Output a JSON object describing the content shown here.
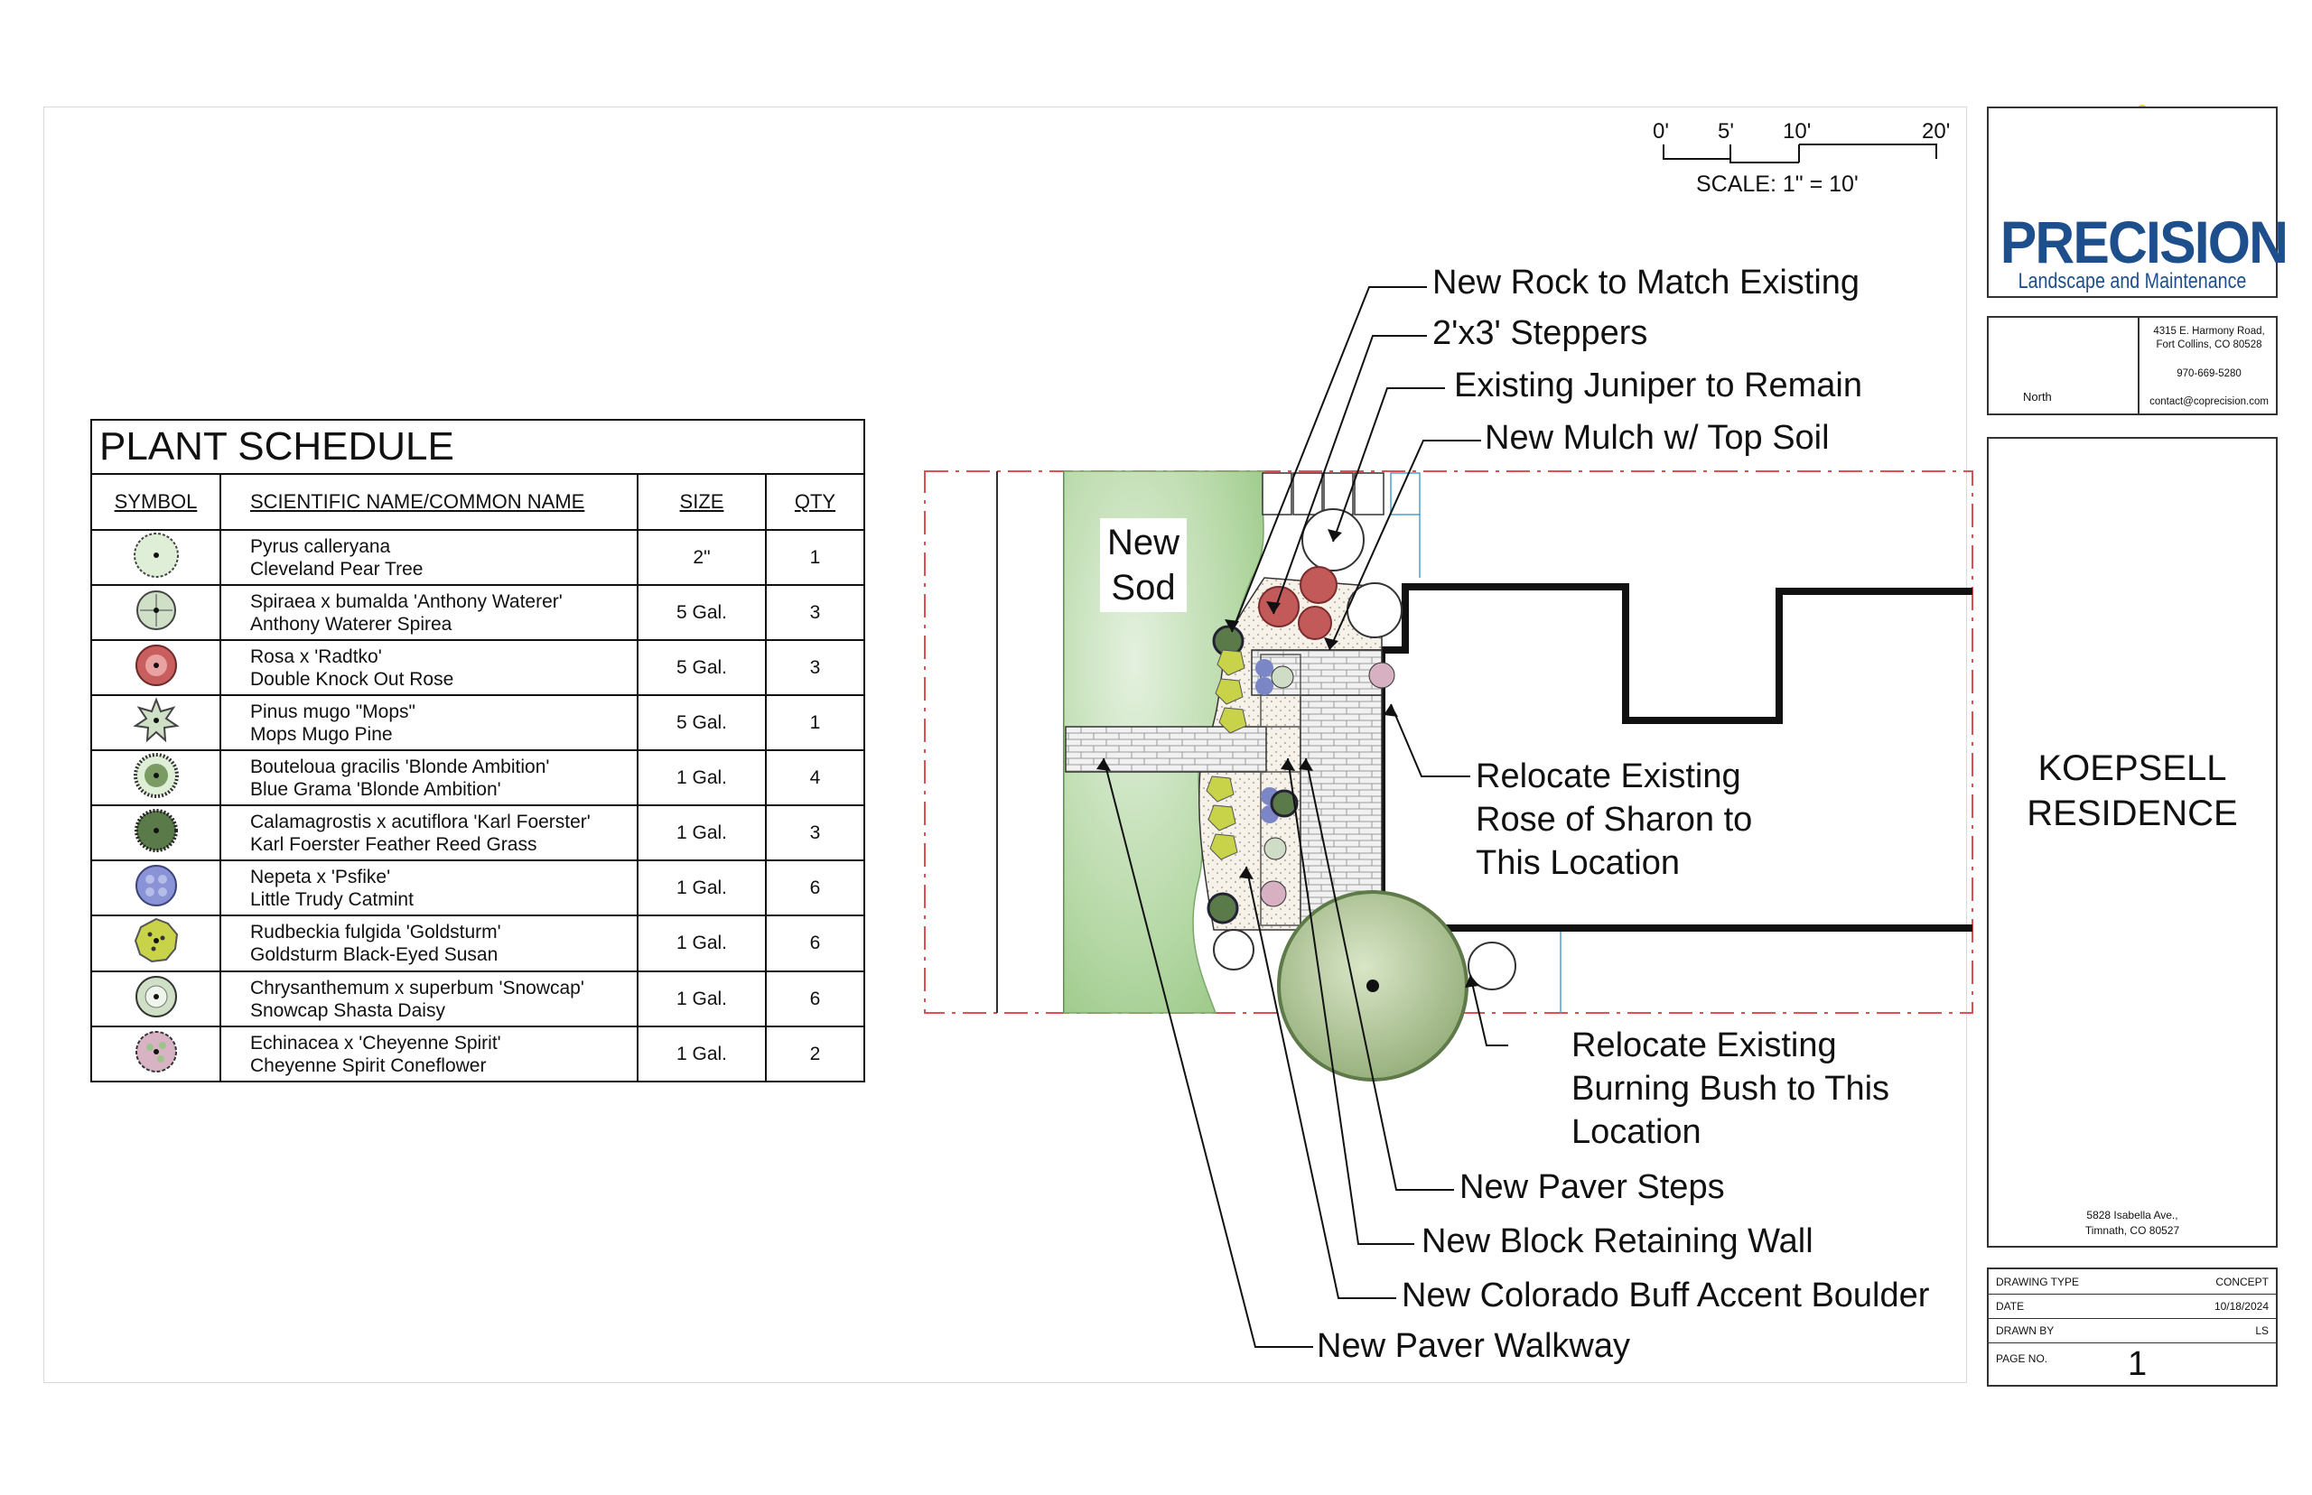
{
  "plant_schedule": {
    "title": "PLANT SCHEDULE",
    "headers": {
      "symbol": "SYMBOL",
      "name": "SCIENTIFIC NAME/COMMON NAME",
      "size": "SIZE",
      "qty": "QTY"
    },
    "rows": [
      {
        "scientific": "Pyrus calleryana",
        "common": "Cleveland Pear Tree",
        "size": "2\"",
        "qty": "1",
        "symbol": "pear-tree-icon"
      },
      {
        "scientific": "Spiraea x bumalda 'Anthony Waterer'",
        "common": "Anthony Waterer Spirea",
        "size": "5 Gal.",
        "qty": "3",
        "symbol": "spirea-icon"
      },
      {
        "scientific": "Rosa x 'Radtko'",
        "common": "Double Knock Out Rose",
        "size": "5 Gal.",
        "qty": "3",
        "symbol": "rose-icon"
      },
      {
        "scientific": "Pinus mugo \"Mops\"",
        "common": "Mops Mugo Pine",
        "size": "5 Gal.",
        "qty": "1",
        "symbol": "pine-icon"
      },
      {
        "scientific": "Bouteloua gracilis 'Blonde Ambition'",
        "common": "Blue Grama 'Blonde Ambition'",
        "size": "1 Gal.",
        "qty": "4",
        "symbol": "grass-icon"
      },
      {
        "scientific": "Calamagrostis x acutiflora 'Karl Foerster'",
        "common": "Karl Foerster Feather Reed Grass",
        "size": "1 Gal.",
        "qty": "3",
        "symbol": "reed-grass-icon"
      },
      {
        "scientific": "Nepeta x 'Psfike'",
        "common": "Little Trudy Catmint",
        "size": "1 Gal.",
        "qty": "6",
        "symbol": "catmint-icon"
      },
      {
        "scientific": "Rudbeckia fulgida 'Goldsturm'",
        "common": "Goldsturm Black-Eyed Susan",
        "size": "1 Gal.",
        "qty": "6",
        "symbol": "black-eyed-susan-icon"
      },
      {
        "scientific": "Chrysanthemum x superbum 'Snowcap'",
        "common": "Snowcap Shasta Daisy",
        "size": "1 Gal.",
        "qty": "6",
        "symbol": "daisy-icon"
      },
      {
        "scientific": "Echinacea x 'Cheyenne Spirit'",
        "common": "Cheyenne Spirit Coneflower",
        "size": "1 Gal.",
        "qty": "2",
        "symbol": "coneflower-icon"
      }
    ]
  },
  "scale": {
    "ticks": [
      "0'",
      "5'",
      "10'",
      "20'"
    ],
    "label": "SCALE: 1\" = 10'"
  },
  "plan": {
    "sod_label_1": "New",
    "sod_label_2": "Sod",
    "callouts": {
      "rock": "New Rock to Match Existing",
      "steppers": "2'x3' Steppers",
      "juniper": "Existing Juniper to Remain",
      "mulch": "New Mulch w/ Top Soil",
      "rose_of_sharon": "Relocate Existing Rose of Sharon to This Location",
      "burning_bush": "Relocate Existing Burning Bush to This Location",
      "paver_steps": "New Paver Steps",
      "retaining_wall": "New Block Retaining Wall",
      "boulder": "New Colorado Buff Accent Boulder",
      "walkway": "New Paver Walkway"
    },
    "colors": {
      "sod": "#9cc98a",
      "sod_light": "#d4ead0",
      "property_line": "#e05050",
      "building": "#111111"
    }
  },
  "title_block": {
    "company": "PRECISION",
    "company_sub": "Landscape and Maintenance",
    "north_label": "North",
    "address_1": "4315 E. Harmony Road,",
    "address_2": "Fort Collins, CO 80528",
    "phone": "970-669-5280",
    "email": "contact@coprecision.com",
    "project_line_1": "KOEPSELL",
    "project_line_2": "RESIDENCE",
    "project_address_1": "5828 Isabella Ave.,",
    "project_address_2": "Timnath, CO 80527",
    "drawing_type_label": "DRAWING TYPE",
    "drawing_type": "CONCEPT",
    "date_label": "DATE",
    "date": "10/18/2024",
    "drawn_by_label": "DRAWN BY",
    "drawn_by": "LS",
    "page_label": "PAGE NO.",
    "page": "1",
    "brand_blue": "#1d4f8c",
    "brand_yellow": "#f2c233"
  }
}
